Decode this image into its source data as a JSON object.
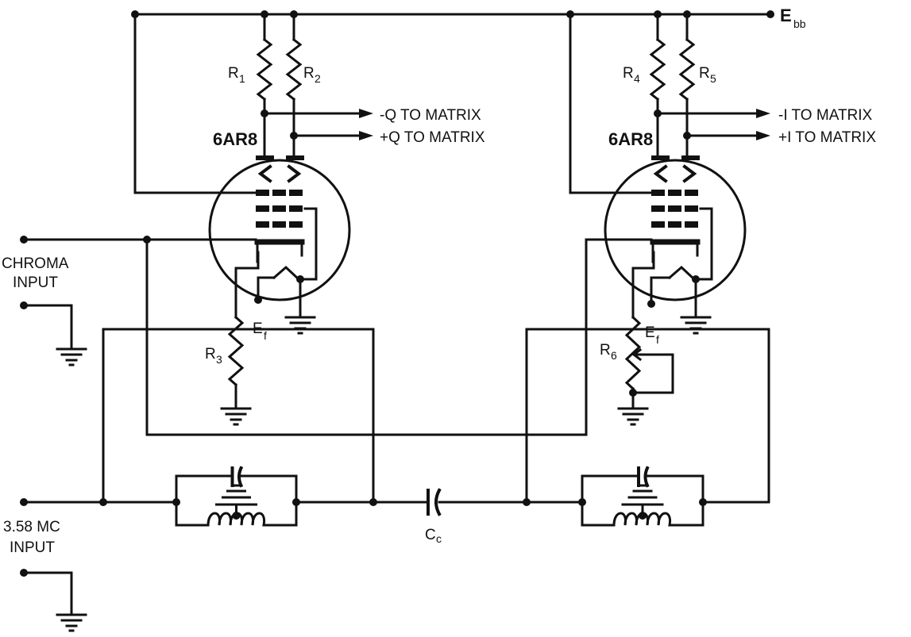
{
  "supply": {
    "label": "E",
    "sub": "bb"
  },
  "resistors": [
    {
      "label": "R",
      "sub": "1"
    },
    {
      "label": "R",
      "sub": "2"
    },
    {
      "label": "R",
      "sub": "3"
    },
    {
      "label": "R",
      "sub": "4"
    },
    {
      "label": "R",
      "sub": "5"
    },
    {
      "label": "R",
      "sub": "6"
    }
  ],
  "outputs": {
    "minus_q": "-Q TO MATRIX",
    "plus_q": "+Q TO MATRIX",
    "minus_i": "-I TO MATRIX",
    "plus_i": "+I TO MATRIX"
  },
  "tubes": [
    {
      "type": "6AR8"
    },
    {
      "type": "6AR8"
    }
  ],
  "heater": {
    "label": "E",
    "sub": "f"
  },
  "inputs": {
    "chroma_line1": "CHROMA",
    "chroma_line2": "INPUT",
    "ref_line1": "3.58 MC",
    "ref_line2": "INPUT"
  },
  "coupling_cap": {
    "label": "C",
    "sub": "c"
  }
}
